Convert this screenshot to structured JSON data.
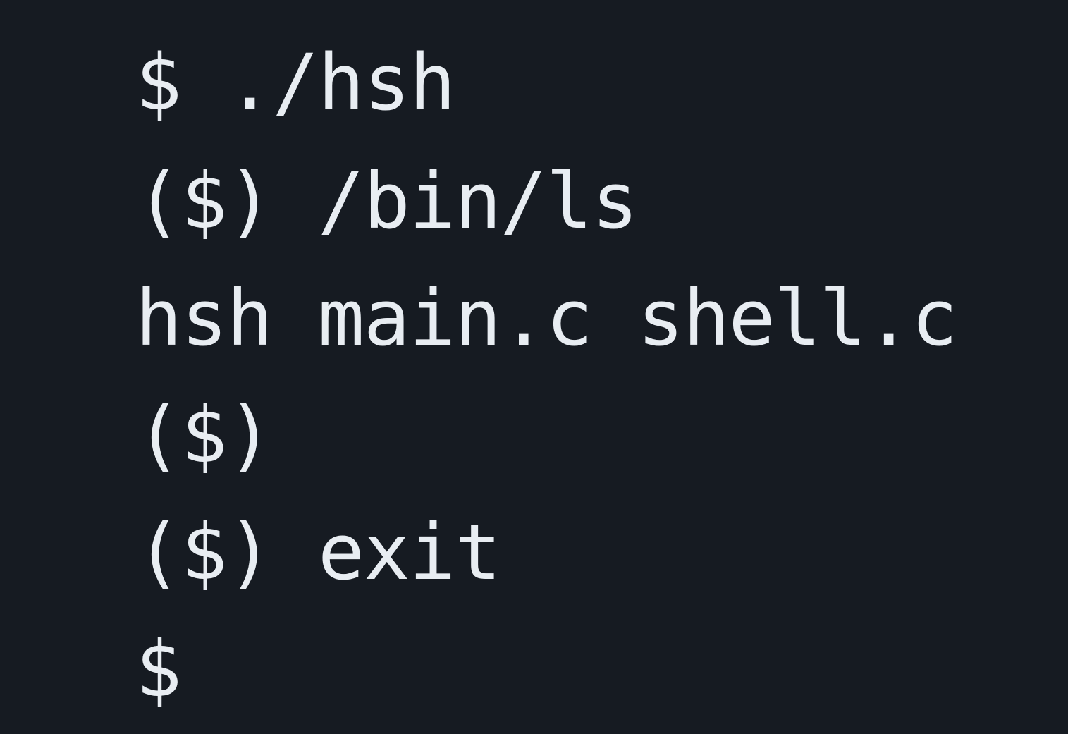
{
  "terminal": {
    "lines": [
      "$ ./hsh",
      "($) /bin/ls",
      "hsh main.c shell.c",
      "($)",
      "($) exit",
      "$"
    ],
    "colors": {
      "background": "#161b22",
      "text": "#e8edf2"
    }
  }
}
